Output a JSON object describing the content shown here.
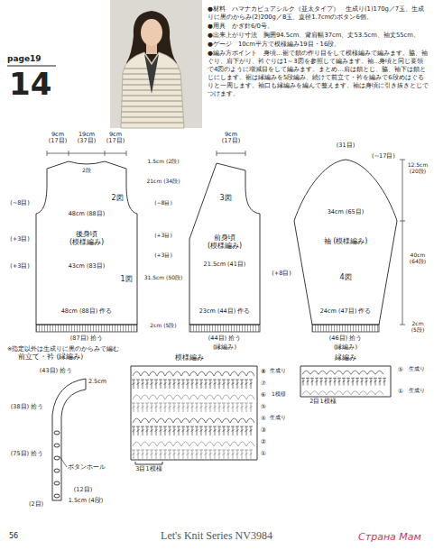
{
  "diagram": {
    "nodes": [
      {
        "text": [
          "後身頃 (模様編み)",
          "1図",
          "2図"
        ]
      },
      {
        "text": [
          "前身頃 (模様編み)",
          "3図"
        ]
      },
      {
        "text": [
          "袖 (模様編み)",
          "4図"
        ]
      },
      {
        "text": [
          "前立て・衿 (縁編み)"
        ]
      },
      {
        "text": [
          "模様編み",
          "3目1模様"
        ]
      },
      {
        "text": [
          "縁編み",
          "2目1模様"
        ]
      }
    ],
    "labels": [
      "page19",
      "14",
      "●材料　ハマナカピュアシルク（並太タイプ）　生成り(1)170g／7玉、生成りに黒のからみ(2)200g／8玉、直径1.7cmのボタン6個。",
      "●用具　かぎ針6/0号。",
      "●出来上がり寸法　胸囲94.5cm、背肩幅37cm、丈53.5cm、袖丈55cm。",
      "●ゲージ　10cm平方で模様編み19目・16段。",
      "●編み方ポイント　身頃…裾で鎖の作り目をして模様編みで編みます。脇、袖ぐり、肩下がり、衿ぐりは1～3図を参照して編みます。袖…身頃と同じ要領で4図のように増減目をして編みます。まとめ…肩は鎖とじ、脇、袖下は鎖とじにします。裾は縁編みを5段編み、続けて前立て・衿を編みで6段めはぐるりと一周します。袖口も縁編みを編んで整えます。袖は身頃に引き抜きとじでつけます。",
      "9cm (17目)",
      "19cm (37目)",
      "9cm (17目)",
      "2段",
      "(−8目)",
      "(+3目)",
      "(+3目)",
      "48cm (88目)",
      "43cm (83目)",
      "48cm (88目) 作る",
      "(87目) 拾う",
      "1.5cm (2段)",
      "21cm (34段)",
      "(−8目)",
      "(+3目)",
      "(+3目)",
      "31.5cm (50段)",
      "2cm (5段)",
      "9cm (17目)",
      "21.5cm (41目)",
      "23cm (44目) 作る",
      "(44目) 拾う",
      "(縁編み)",
      "(31目)",
      "(−17目)",
      "12.5cm (20段)",
      "34cm (65目)",
      "40cm (64段)",
      "(+8目)",
      "24cm (47目) 作る",
      "(46目) 拾う",
      "(縁編み)",
      "2cm (5段)",
      "※指定以外は生成りに黒のからみで編む",
      "(43目) 拾う",
      "2.5cm",
      "(38目) 拾う",
      "(75目) 拾う",
      "ボタンホール",
      "(12目)",
      "1.5cm (4段)",
      "(2目)",
      "⑧",
      "⑦",
      "⑥",
      "⑤",
      "④",
      "③",
      "②",
      "①",
      "生成り",
      "生成り",
      "1模様",
      "⑤",
      "生成り",
      "①",
      "生成り",
      "56",
      "Let's Knit Series NV3984",
      "Страна Мам"
    ]
  }
}
